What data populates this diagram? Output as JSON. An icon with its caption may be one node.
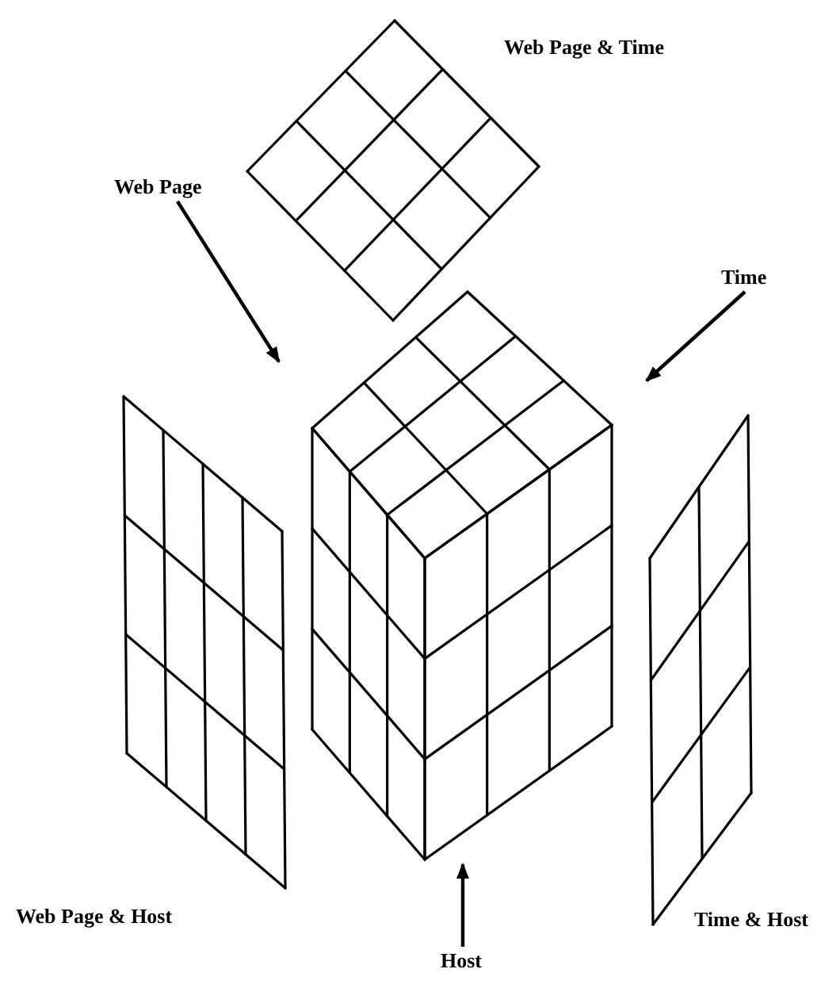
{
  "diagram": {
    "nodes": [
      {
        "text": [
          "Web Page & Time"
        ]
      },
      {
        "text": [
          "Web Page"
        ]
      },
      {
        "text": [
          "Time"
        ]
      },
      {
        "text": [],
        "shape": "cube"
      },
      {
        "text": [
          "Web Page & Host"
        ]
      },
      {
        "text": [
          "Time & Host"
        ]
      },
      {
        "text": [
          "Host"
        ]
      }
    ],
    "edges": [
      {
        "from": 1,
        "to": 3,
        "arrow": "to"
      },
      {
        "from": 2,
        "to": 3,
        "arrow": "to"
      },
      {
        "from": 6,
        "to": 3,
        "arrow": "to"
      }
    ]
  }
}
